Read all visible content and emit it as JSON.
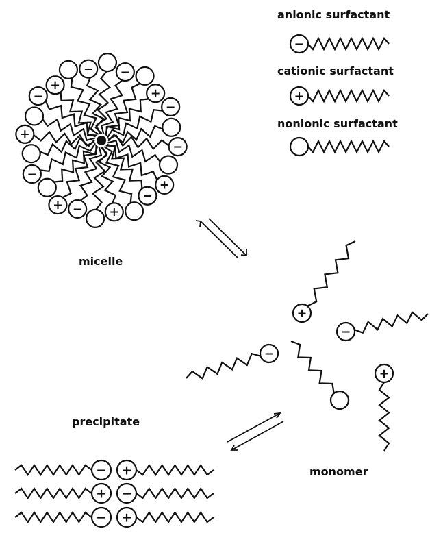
{
  "legend": {
    "anionic_label": "anionic surfactant",
    "cationic_label": "cationic surfactant",
    "nonionic_label": "nonionic surfactant"
  },
  "labels": {
    "micelle": "micelle",
    "precipitate": "precipitate",
    "monomer": "monomer"
  },
  "glyphs": {
    "plus": "+",
    "minus": "−"
  },
  "colors": {
    "ink": "#111111",
    "background": "#ffffff"
  }
}
